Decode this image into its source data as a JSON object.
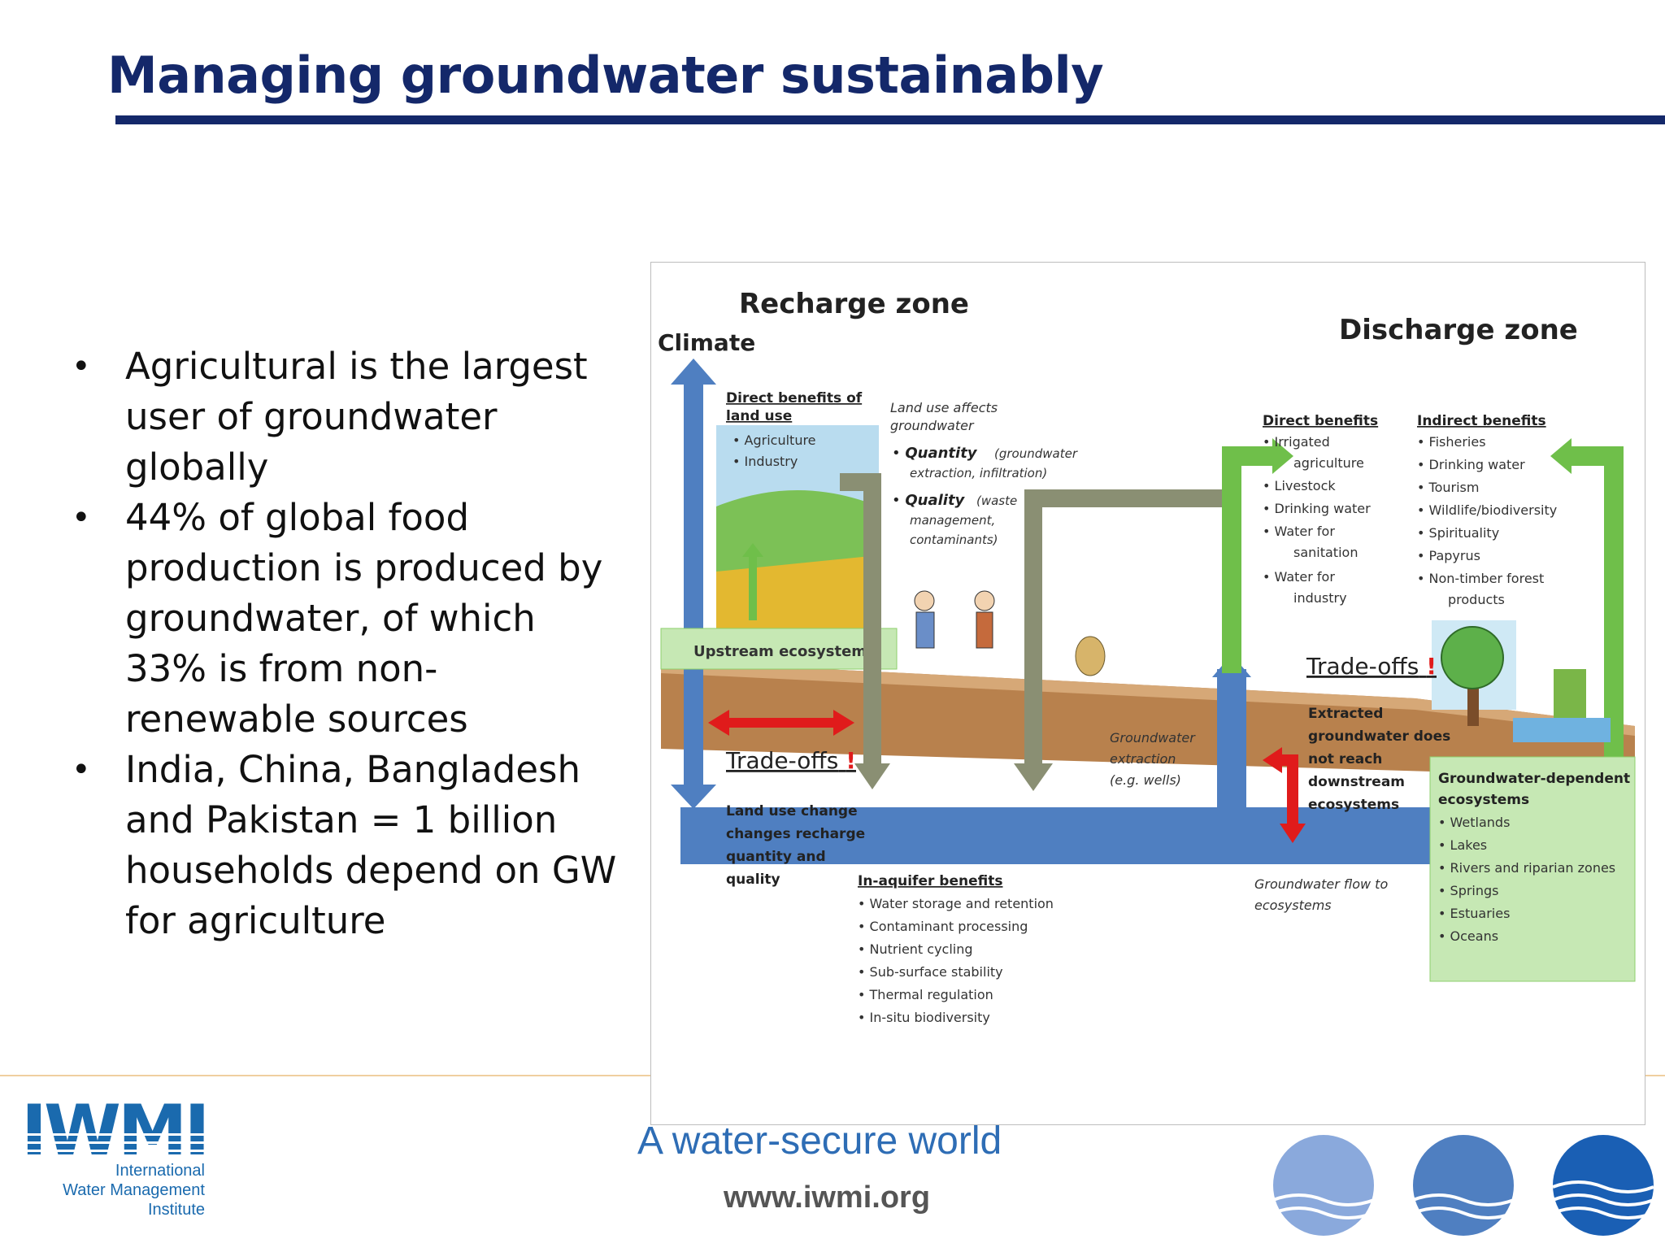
{
  "slide": {
    "title": "Managing groundwater sustainably",
    "bullets": [
      "Agricultural is the largest user of groundwater globally",
      "44% of global food production is produced by groundwater, of which 33% is from non-renewable sources",
      "India, China, Bangladesh and Pakistan = 1 billion households depend on GW for agriculture"
    ],
    "bullet_glyph": "•"
  },
  "diagram": {
    "recharge_zone": "Recharge zone",
    "climate": "Climate",
    "discharge_zone": "Discharge zone",
    "direct_benefits_land_use": {
      "heading": "Direct benefits of land use",
      "items": [
        "Agriculture",
        "Industry"
      ]
    },
    "land_use_affects": {
      "heading": "Land use affects groundwater",
      "quantity_label": "Quantity",
      "quantity_detail": "(groundwater extraction, infiltration)",
      "quality_label": "Quality",
      "quality_detail": "(waste management, contaminants)"
    },
    "direct_benefits": {
      "heading": "Direct benefits",
      "items": [
        "Irrigated agriculture",
        "Livestock",
        "Drinking water",
        "Water for sanitation",
        "Water for industry"
      ]
    },
    "indirect_benefits": {
      "heading": "Indirect benefits",
      "items": [
        "Fisheries",
        "Drinking water",
        "Tourism",
        "Wildlife/biodiversity",
        "Spirituality",
        "Papyrus",
        "Non-timber forest products"
      ]
    },
    "upstream_ecosystems": "Upstream ecosystems",
    "tradeoffs_left": "Trade-offs",
    "tradeoffs_right": "Trade-offs",
    "exclamation": "!",
    "land_use_change": "Land use change changes recharge quantity and quality",
    "extracted": "Extracted groundwater does not reach downstream ecosystems",
    "gw_extraction": "Groundwater extraction (e.g. wells)",
    "gw_flow": "Groundwater flow to ecosystems",
    "in_aquifer": {
      "heading": "In-aquifer benefits",
      "items": [
        "Water storage and retention",
        "Contaminant processing",
        "Nutrient cycling",
        "Sub-surface stability",
        "Thermal regulation",
        "In-situ biodiversity"
      ]
    },
    "gde": {
      "heading": "Groundwater-dependent ecosystems",
      "items": [
        "Wetlands",
        "Lakes",
        "Rivers and riparian zones",
        "Springs",
        "Estuaries",
        "Oceans"
      ]
    }
  },
  "footer": {
    "tagline": "A water-secure world",
    "website": "www.iwmi.org",
    "logo_text": "IWMI",
    "logo_subtitle": [
      "International",
      "Water Management",
      "Institute"
    ]
  },
  "colors": {
    "title_blue": "#14286a",
    "water_blue": "#4f7fc1",
    "green": "#6fbf4a",
    "soil": "#b8814d",
    "red": "#e01b1b"
  }
}
